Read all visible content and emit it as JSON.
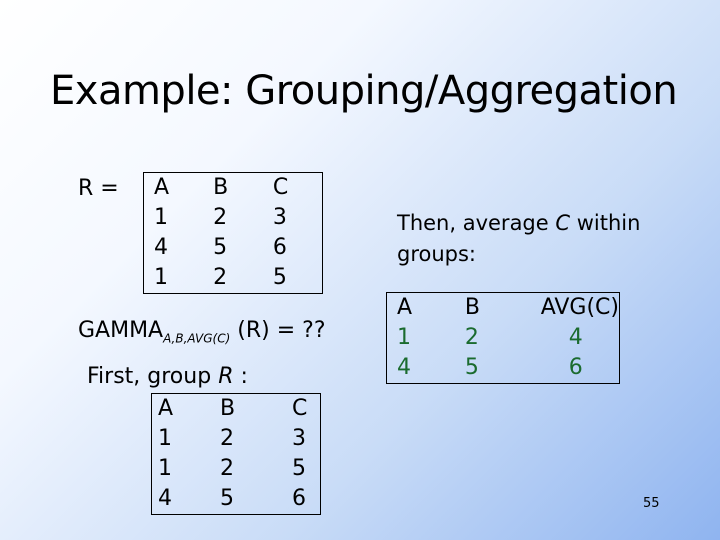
{
  "title": "Example: Grouping/Aggregation",
  "r_label": "R =",
  "relation_r": {
    "headers": [
      "A",
      "B",
      "C"
    ],
    "rows": [
      [
        "1",
        "2",
        "3"
      ],
      [
        "4",
        "5",
        "6"
      ],
      [
        "1",
        "2",
        "5"
      ]
    ]
  },
  "gamma": {
    "prefix": "GAMMA",
    "subscript": "A,B,AVG(C)",
    "suffix": " (R) = ??"
  },
  "first_step": {
    "text": "First, group ",
    "var": "R",
    "colon": " :"
  },
  "grouped_relation": {
    "headers": [
      "A",
      "B",
      "C"
    ],
    "rows": [
      [
        "1",
        "2",
        "3"
      ],
      [
        "1",
        "2",
        "5"
      ],
      [
        "4",
        "5",
        "6"
      ]
    ]
  },
  "then_step": {
    "text1": "Then, average ",
    "var": "C",
    "text2": " within groups:"
  },
  "result_relation": {
    "headers": [
      "A",
      "B",
      "AVG(C)"
    ],
    "rows": [
      [
        "1",
        "2",
        "4"
      ],
      [
        "4",
        "5",
        "6"
      ]
    ],
    "value_color": "#1a6b2e"
  },
  "page_number": "55"
}
